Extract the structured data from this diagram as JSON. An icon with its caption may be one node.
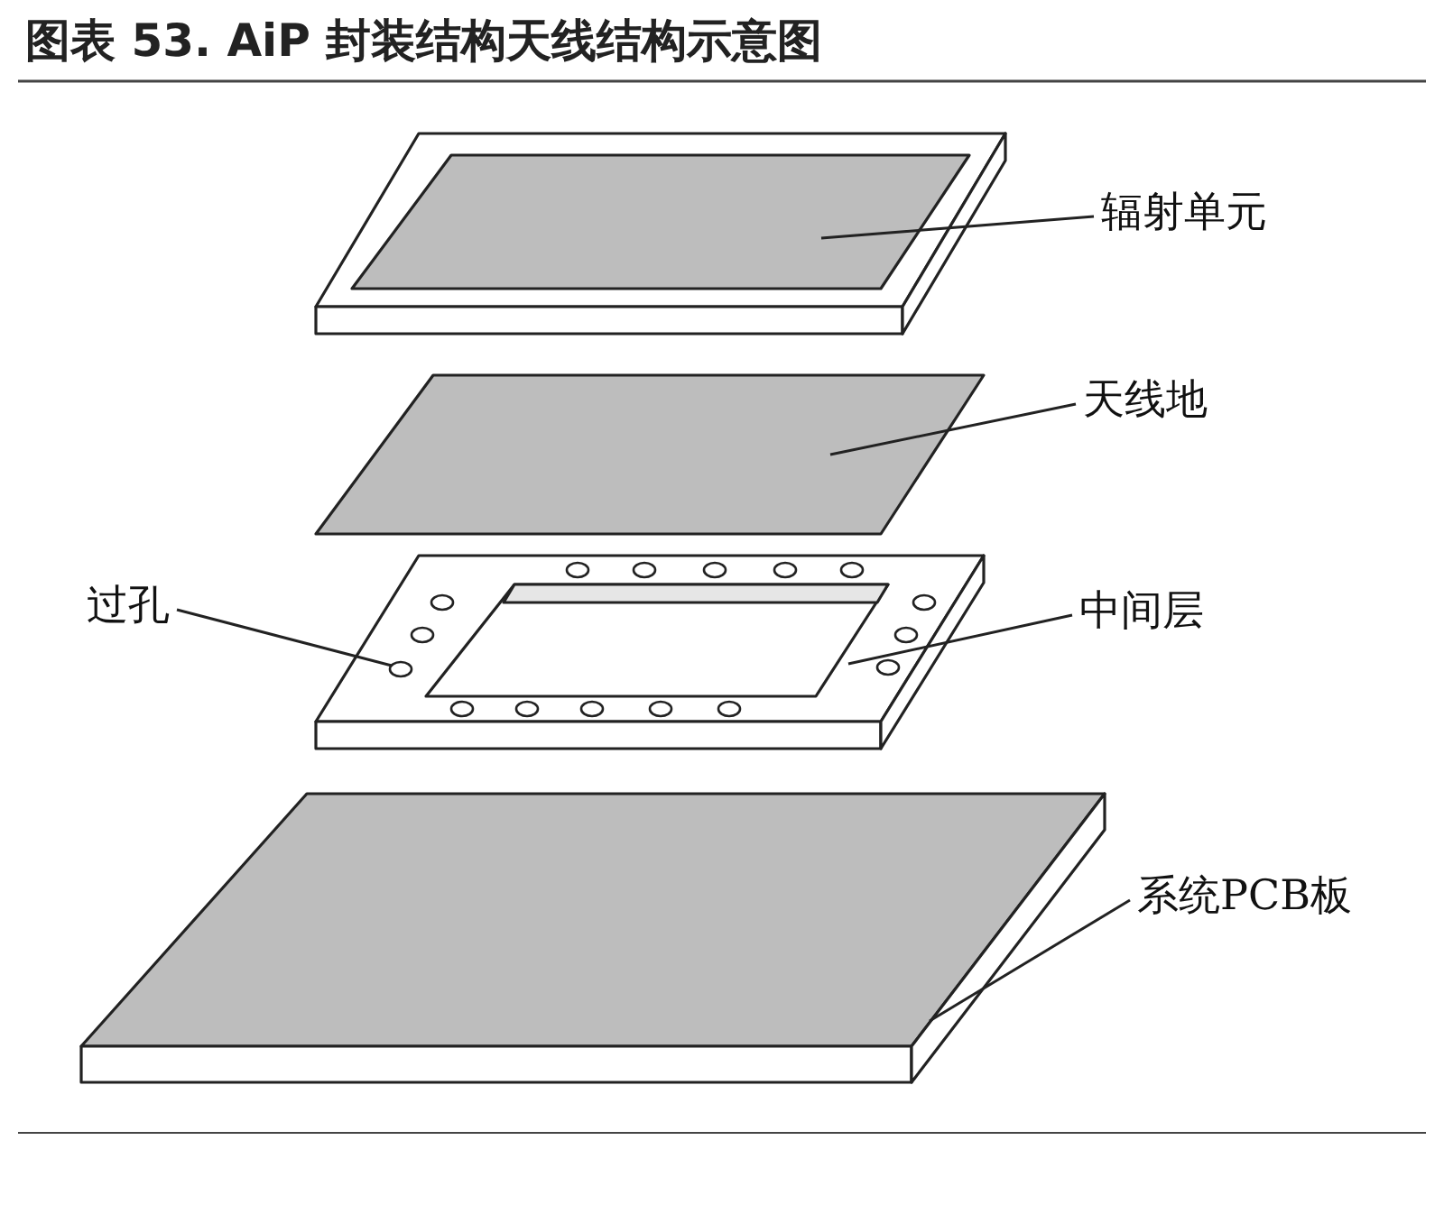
{
  "diagram": {
    "title": "图表 53. AiP 封装结构天线结构示意图",
    "nodes": [
      {
        "text": [
          "辐射单元"
        ]
      },
      {
        "text": [],
        "shape": "box"
      },
      {
        "text": [
          "天线地"
        ]
      },
      {
        "text": [],
        "shape": "box"
      },
      {
        "text": [
          "过孔"
        ]
      },
      {
        "text": [],
        "shape": "circle",
        "in": 7
      },
      {
        "text": [
          "中间层"
        ]
      },
      {
        "text": [],
        "shape": "box"
      },
      {
        "text": [
          "系统PCB板"
        ]
      },
      {
        "text": [],
        "shape": "box"
      }
    ],
    "edges": [
      {
        "from": 0,
        "to": 1,
        "arrow": "none"
      },
      {
        "from": 2,
        "to": 3,
        "arrow": "none"
      },
      {
        "from": 4,
        "to": 5,
        "arrow": "none"
      },
      {
        "from": 6,
        "to": 7,
        "arrow": "none"
      },
      {
        "from": 8,
        "to": 9,
        "arrow": "none"
      }
    ]
  }
}
